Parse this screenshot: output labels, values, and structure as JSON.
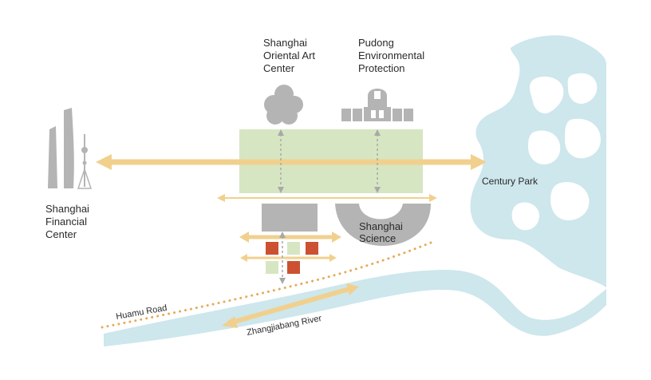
{
  "labels": {
    "oriental_art": [
      "Shanghai",
      "Oriental Art",
      "Center"
    ],
    "pudong_env": [
      "Pudong",
      "Environmental",
      "Protection"
    ],
    "financial": [
      "Shanghai",
      "Financial",
      "Center"
    ],
    "century_park": "Century Park",
    "science": [
      "Shanghai",
      "Science"
    ],
    "huamu_road": "Huamu Road",
    "zhangjiabang": "Zhangjiabang River"
  },
  "colors": {
    "water": "#cde7ec",
    "plaza_green": "#d6e6c2",
    "axis_yellow": "#f1d08e",
    "building_gray": "#b4b4b4",
    "block_red": "#cc5132",
    "road_orange": "#e8a958"
  }
}
